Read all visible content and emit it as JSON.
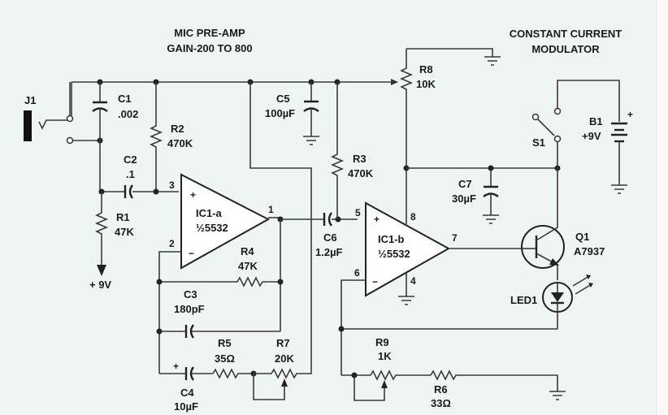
{
  "titles": {
    "preamp_line1": "MIC PRE-AMP",
    "preamp_line2": "GAIN-200 TO 800",
    "modulator_line1": "CONSTANT CURRENT",
    "modulator_line2": "MODULATOR"
  },
  "components": {
    "J1": {
      "ref": "J1"
    },
    "C1": {
      "ref": "C1",
      "value": ".002"
    },
    "C2": {
      "ref": "C2",
      "value": ".1"
    },
    "C3": {
      "ref": "C3",
      "value": "180pF"
    },
    "C4": {
      "ref": "C4",
      "value": "10µF",
      "polarity": "+"
    },
    "C5": {
      "ref": "C5",
      "value": "100µF"
    },
    "C6": {
      "ref": "C6",
      "value": "1.2µF"
    },
    "C7": {
      "ref": "C7",
      "value": "30µF"
    },
    "R1": {
      "ref": "R1",
      "value": "47K"
    },
    "R2": {
      "ref": "R2",
      "value": "470K"
    },
    "R3": {
      "ref": "R3",
      "value": "470K"
    },
    "R4": {
      "ref": "R4",
      "value": "47K"
    },
    "R5": {
      "ref": "R5",
      "value": "35Ω"
    },
    "R6": {
      "ref": "R6",
      "value": "33Ω"
    },
    "R7": {
      "ref": "R7",
      "value": "20K"
    },
    "R8": {
      "ref": "R8",
      "value": "10K"
    },
    "R9": {
      "ref": "R9",
      "value": "1K"
    },
    "IC1a": {
      "ref": "IC1-a",
      "part": "½5532",
      "pins": {
        "plus": "3",
        "minus": "2",
        "out": "1"
      },
      "plus_sign": "+",
      "minus_sign": "−"
    },
    "IC1b": {
      "ref": "IC1-b",
      "part": "½5532",
      "pins": {
        "plus": "5",
        "minus": "6",
        "out": "7",
        "vcc": "8",
        "gnd": "4"
      },
      "plus_sign": "+",
      "minus_sign": "−"
    },
    "Q1": {
      "ref": "Q1",
      "part": "A7937"
    },
    "LED1": {
      "ref": "LED1"
    },
    "S1": {
      "ref": "S1"
    },
    "B1": {
      "ref": "B1",
      "value": "+9V",
      "polarity": "+"
    }
  },
  "supply": {
    "r1_supply": "+ 9V"
  }
}
